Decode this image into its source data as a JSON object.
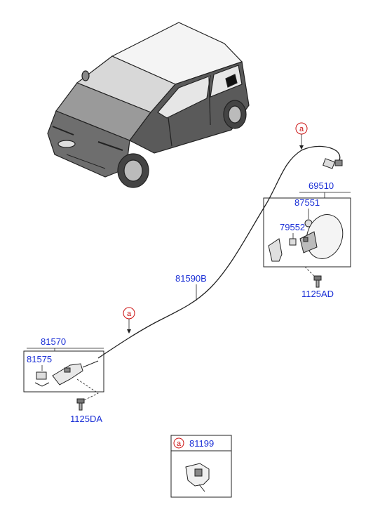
{
  "colors": {
    "part_label": "#1a2fd6",
    "ref_marker": "#cc1111",
    "line": "#222222"
  },
  "ref_marker": "a",
  "parts": {
    "p69510": "69510",
    "p87551": "87551",
    "p79552": "79552",
    "p1125AD": "1125AD",
    "p81590B": "81590B",
    "p81570": "81570",
    "p81575": "81575",
    "p1125DA": "1125DA",
    "p81199": "81199"
  }
}
